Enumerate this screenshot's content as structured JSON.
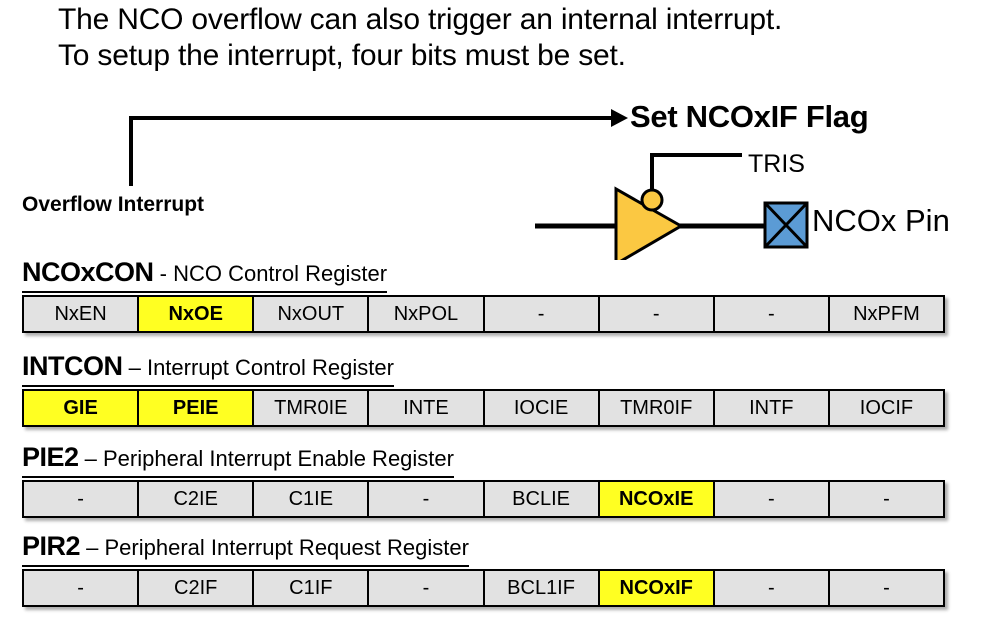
{
  "intro": {
    "line1": "The NCO overflow can also trigger an internal interrupt.",
    "line2": "To setup the interrupt, four bits must be set."
  },
  "diagram": {
    "overflow_label": "Overflow Interrupt",
    "set_flag_label": "Set NCOxIF Flag",
    "tris_label": "TRIS",
    "pin_label": "NCOx Pin",
    "buffer_icon": "tristate-buffer-icon",
    "bubble_icon": "inverting-bubble-icon",
    "pin_icon": "pin-pad-icon",
    "arrow_icon": "arrow-right-icon",
    "colors": {
      "buffer_fill": "#FBC842",
      "pin_fill": "#5B9BD5",
      "wire": "#000000",
      "highlight": "#FFFF22",
      "cell_fill": "#E2E2E2"
    }
  },
  "registers": [
    {
      "name": "NCOxCON",
      "desc": " - NCO Control Register",
      "bits": [
        {
          "label": "NxEN",
          "highlight": false
        },
        {
          "label": "NxOE",
          "highlight": true
        },
        {
          "label": "NxOUT",
          "highlight": false
        },
        {
          "label": "NxPOL",
          "highlight": false
        },
        {
          "label": "-",
          "highlight": false
        },
        {
          "label": "-",
          "highlight": false
        },
        {
          "label": "-",
          "highlight": false
        },
        {
          "label": "NxPFM",
          "highlight": false
        }
      ]
    },
    {
      "name": "INTCON",
      "desc": " – Interrupt Control Register",
      "bits": [
        {
          "label": "GIE",
          "highlight": true
        },
        {
          "label": "PEIE",
          "highlight": true
        },
        {
          "label": "TMR0IE",
          "highlight": false
        },
        {
          "label": "INTE",
          "highlight": false
        },
        {
          "label": "IOCIE",
          "highlight": false
        },
        {
          "label": "TMR0IF",
          "highlight": false
        },
        {
          "label": "INTF",
          "highlight": false
        },
        {
          "label": "IOCIF",
          "highlight": false
        }
      ]
    },
    {
      "name": "PIE2",
      "desc": " – Peripheral Interrupt Enable Register",
      "bits": [
        {
          "label": "-",
          "highlight": false
        },
        {
          "label": "C2IE",
          "highlight": false
        },
        {
          "label": "C1IE",
          "highlight": false
        },
        {
          "label": "-",
          "highlight": false
        },
        {
          "label": "BCLIE",
          "highlight": false
        },
        {
          "label": "NCOxIE",
          "highlight": true
        },
        {
          "label": "-",
          "highlight": false
        },
        {
          "label": "-",
          "highlight": false
        }
      ]
    },
    {
      "name": "PIR2",
      "desc": " – Peripheral Interrupt Request Register",
      "bits": [
        {
          "label": "-",
          "highlight": false
        },
        {
          "label": "C2IF",
          "highlight": false
        },
        {
          "label": "C1IF",
          "highlight": false
        },
        {
          "label": "-",
          "highlight": false
        },
        {
          "label": "BCL1IF",
          "highlight": false
        },
        {
          "label": "NCOxIF",
          "highlight": true
        },
        {
          "label": "-",
          "highlight": false
        },
        {
          "label": "-",
          "highlight": false
        }
      ]
    }
  ]
}
